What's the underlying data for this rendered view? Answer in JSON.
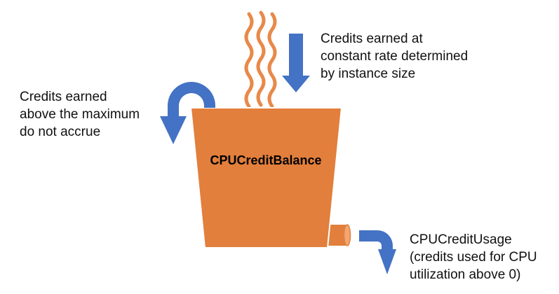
{
  "labels": {
    "credits_earned": "Credits earned at\nconstant rate determined\nby instance size",
    "overflow": "Credits earned\nabove the maximum\ndo not accrue",
    "balance": "CPUCreditBalance",
    "usage": "CPUCreditUsage\n(credits used for CPU\nutilization above 0)"
  },
  "colors": {
    "bucket": "#e27f3c",
    "bucket_outline": "#ffffff",
    "arrow": "#4472c4",
    "steam": "#e8894a",
    "text": "#111111"
  },
  "icons": {
    "steam": "wavy-lines-icon",
    "inflow": "down-arrow-icon",
    "overflow": "curved-arrow-icon",
    "outflow": "curved-arrow-icon"
  }
}
